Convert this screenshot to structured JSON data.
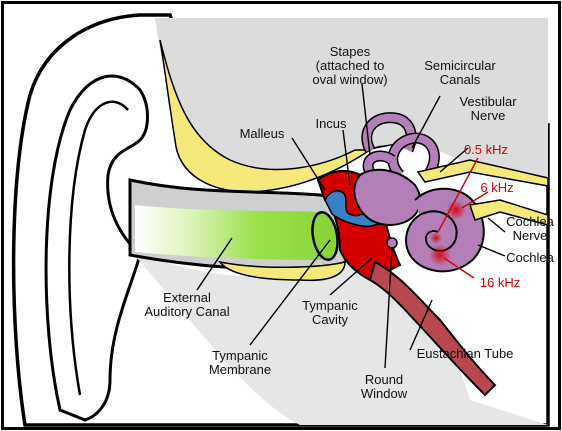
{
  "diagram": {
    "labels": {
      "stapes_1": "Stapes",
      "stapes_2": "(attached to",
      "stapes_3": "oval window)",
      "semicircular_1": "Semicircular",
      "semicircular_2": "Canals",
      "vestibular_1": "Vestibular",
      "vestibular_2": "Nerve",
      "incus": "Incus",
      "malleus": "Malleus",
      "khz_05": "0.5 kHz",
      "khz_6": "6 kHz",
      "khz_16": "16 kHz",
      "cochlea_nerve_1": "Cochlea",
      "cochlea_nerve_2": "Nerve",
      "cochlea": "Cochlea",
      "external_1": "External",
      "external_2": "Auditory Canal",
      "tympanic_cavity_1": "Tympanic",
      "tympanic_cavity_2": "Cavity",
      "eustachian": "Eustachian Tube",
      "tympanic_membrane_1": "Tympanic",
      "tympanic_membrane_2": "Membrane",
      "round_window_1": "Round",
      "round_window_2": "Window"
    },
    "colors": {
      "outline": "#000000",
      "bone_gray": "#cfcfcf",
      "yellow": "#f4e97a",
      "green": "#9be04a",
      "red": "#d40000",
      "ossicle_blue": "#3a7fc4",
      "inner_ear_purple": "#b47fb8",
      "tube_red": "#b8484f"
    }
  }
}
